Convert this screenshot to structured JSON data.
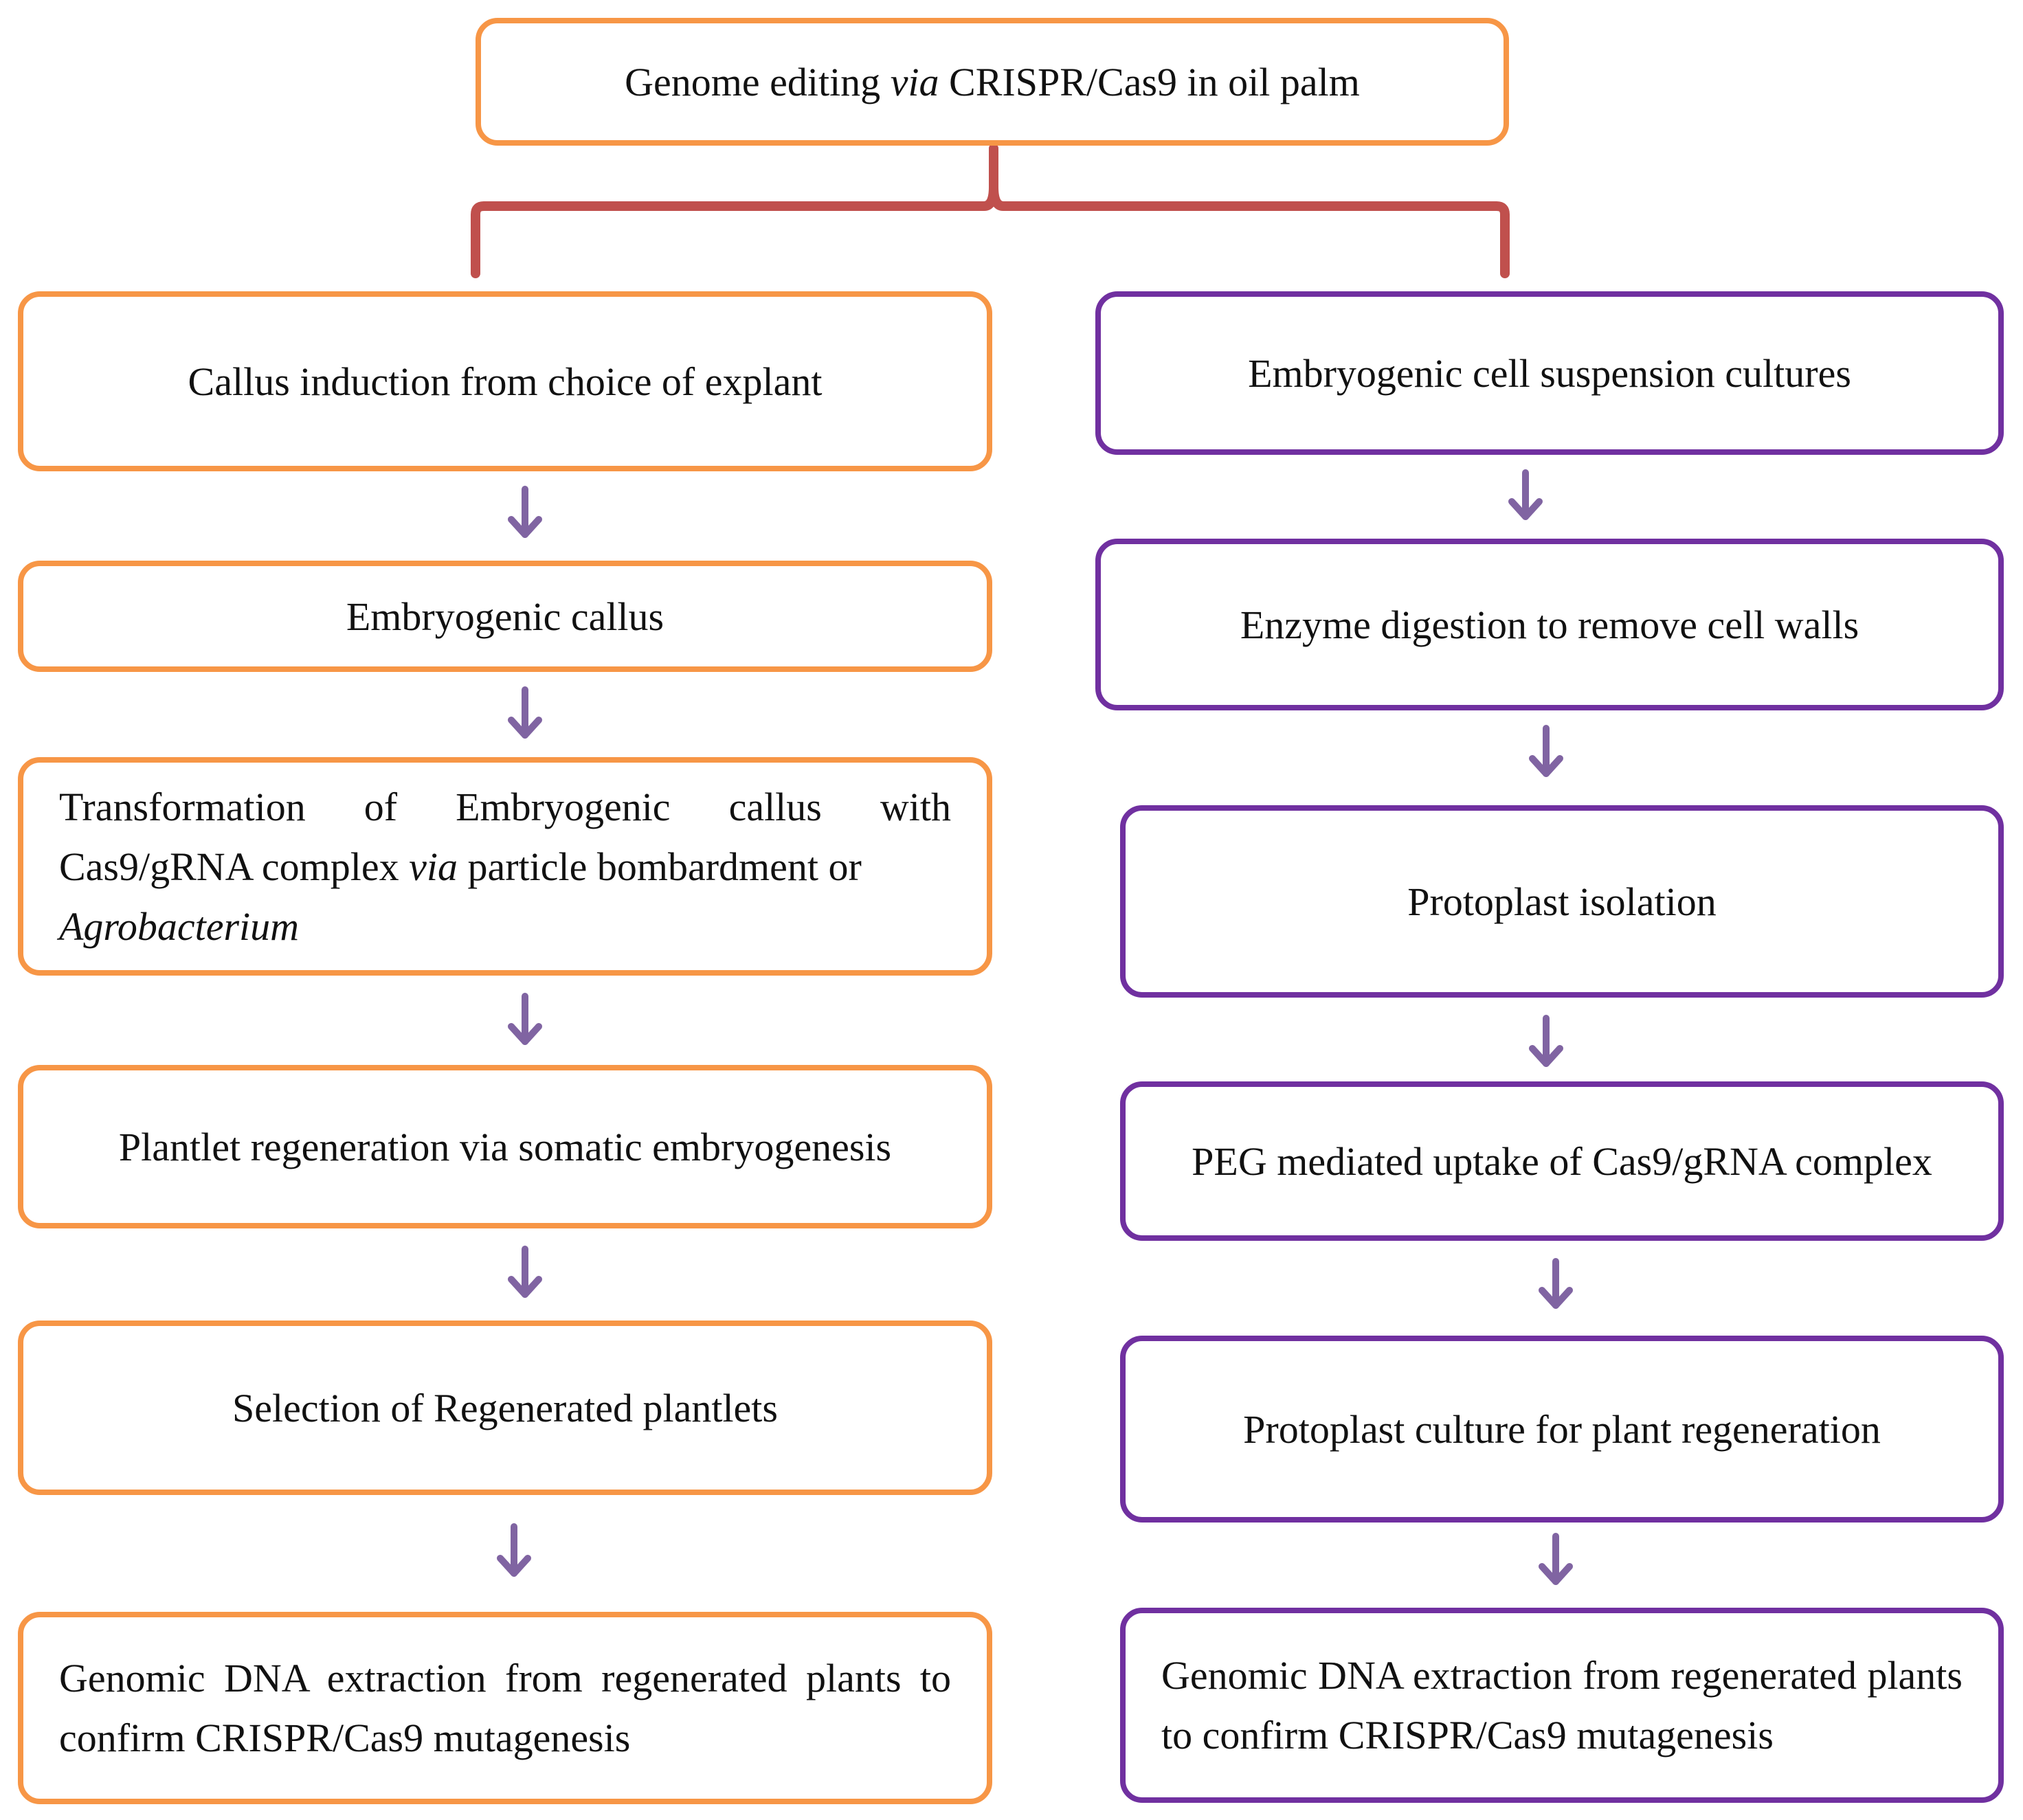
{
  "root": {
    "before": "Genome editing ",
    "italic": "via",
    "after": " CRISPR/Cas9 in oil palm"
  },
  "left_steps": {
    "callus_induction": "Callus induction from choice of explant",
    "embryogenic_callus": "Embryogenic callus",
    "transformation": {
      "line1": "Transformation of Embryogenic callus with",
      "line2_before": "Cas9/gRNA complex ",
      "line2_italic": "via",
      "line2_after": " particle bombardment or",
      "line3_italic": "Agrobacterium"
    },
    "plantlet_regeneration": "Plantlet regeneration via somatic embryogenesis",
    "selection": "Selection of Regenerated plantlets",
    "dna_extraction": "Genomic DNA extraction from regenerated plants to confirm CRISPR/Cas9 mutagenesis"
  },
  "right_steps": {
    "cell_suspension": "Embryogenic cell suspension cultures",
    "enzyme_digestion": "Enzyme digestion to remove cell walls",
    "protoplast_isolation": "Protoplast isolation",
    "peg_uptake": "PEG mediated uptake of Cas9/gRNA complex",
    "protoplast_culture": "Protoplast culture for plant regeneration",
    "dna_extraction": "Genomic DNA extraction from regenerated plants to confirm CRISPR/Cas9 mutagenesis"
  },
  "colors": {
    "left_border": "#f79646",
    "right_border": "#7030a0",
    "bracket": "#c0504d",
    "arrow": "#8064a2"
  }
}
